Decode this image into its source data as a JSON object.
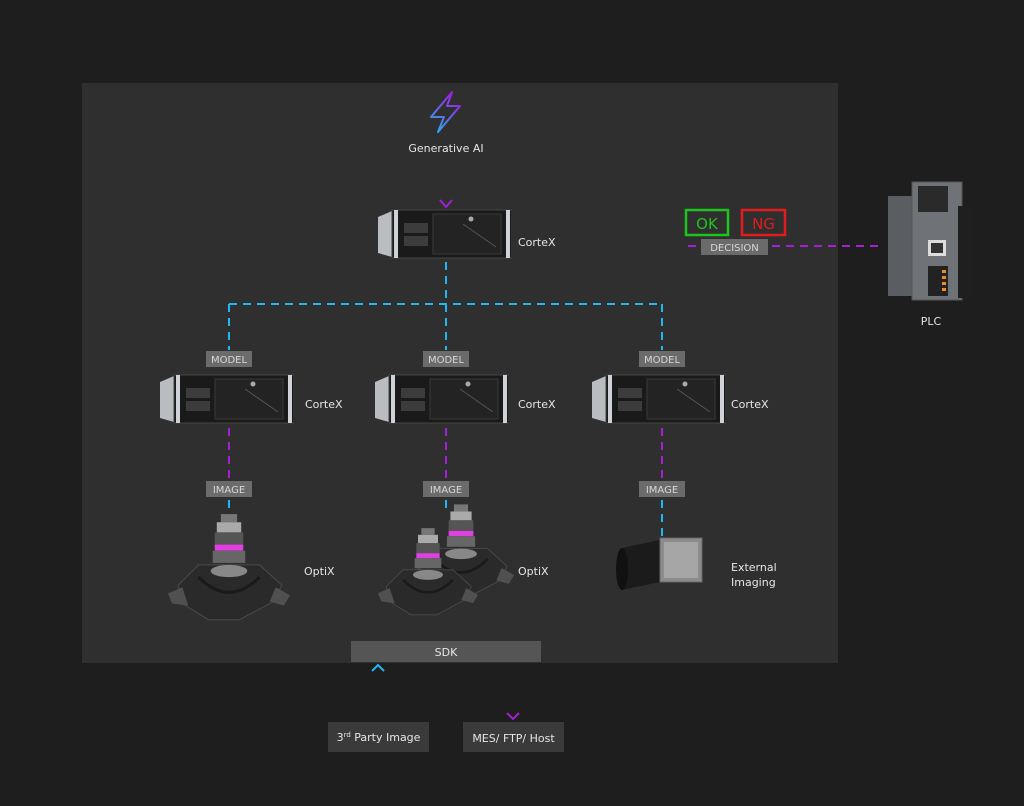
{
  "colors": {
    "background": "#1e1e1e",
    "panel": "#2f2f2f",
    "line_cyan": "#1fb8f0",
    "line_purple": "#a41fd6",
    "ok": "#1ec31e",
    "ng": "#e31b1b"
  },
  "generative_ai": {
    "icon": "lightning-bolt-icon",
    "label": "Generative AI"
  },
  "top_server": {
    "label": "CorteX"
  },
  "servers": [
    {
      "label": "CorteX",
      "model_tag": "MODEL",
      "image_tag": "IMAGE"
    },
    {
      "label": "CorteX",
      "model_tag": "MODEL",
      "image_tag": "IMAGE"
    },
    {
      "label": "CorteX",
      "model_tag": "MODEL",
      "image_tag": "IMAGE"
    }
  ],
  "devices": [
    {
      "label": "OptiX"
    },
    {
      "label": "OptiX"
    },
    {
      "label_line1": "External",
      "label_line2": "Imaging"
    }
  ],
  "decision": {
    "tag": "DECISION",
    "ok": "OK",
    "ng": "NG"
  },
  "plc": {
    "label": "PLC"
  },
  "sdk": {
    "label": "SDK"
  },
  "inputs": {
    "third_party_num": "3",
    "third_party_sup": "rd",
    "third_party_rest": " Party Image"
  },
  "outputs": {
    "mes": "MES/ FTP/ Host"
  }
}
